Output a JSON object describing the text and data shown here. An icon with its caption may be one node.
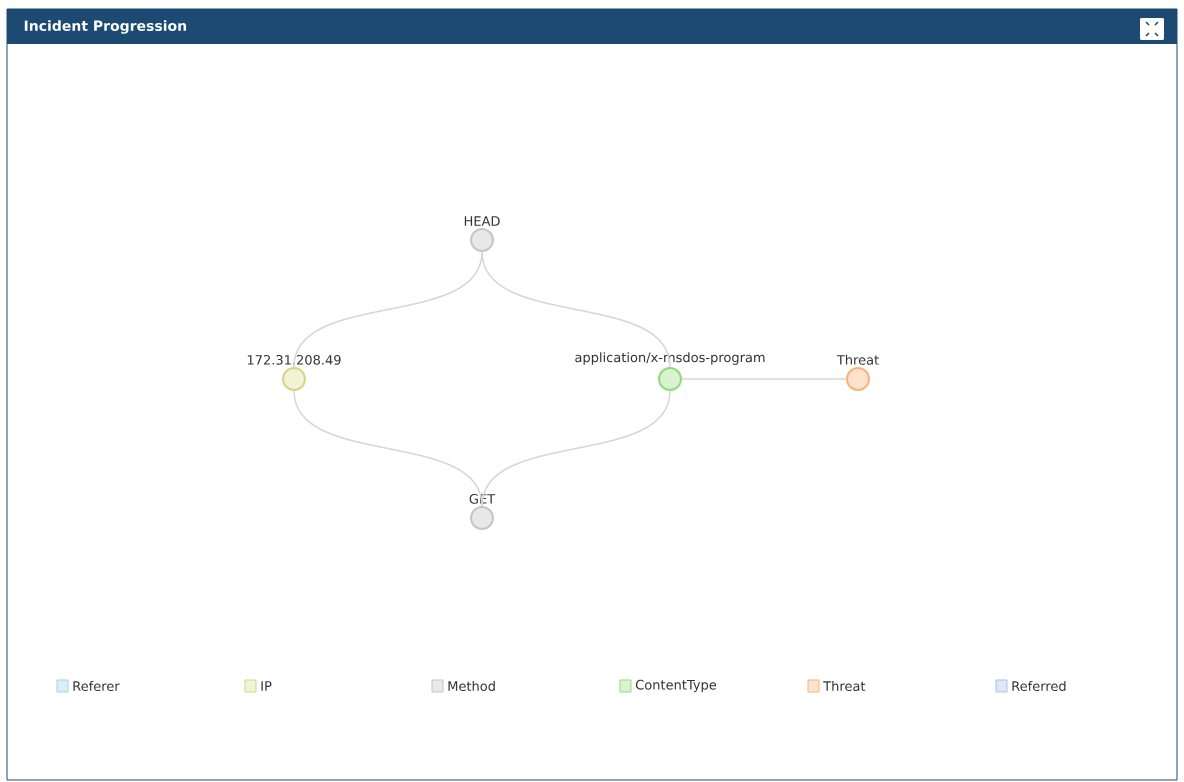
{
  "diagram": {
    "title": "Incident Progression",
    "nodes": [
      {
        "text": [
          "HEAD"
        ]
      },
      {
        "text": [
          "172.31.208.49"
        ]
      },
      {
        "text": [
          "application/x-msdos-program"
        ]
      },
      {
        "text": [
          "Threat"
        ]
      },
      {
        "text": [
          "GET"
        ]
      }
    ],
    "edges": [
      {
        "from": 0,
        "to": 1,
        "arrow": "none"
      },
      {
        "from": 0,
        "to": 2,
        "arrow": "none"
      },
      {
        "from": 1,
        "to": 4,
        "arrow": "none"
      },
      {
        "from": 2,
        "to": 4,
        "arrow": "none"
      },
      {
        "from": 2,
        "to": 3,
        "arrow": "none"
      }
    ],
    "legend": [
      {
        "text": "Referer",
        "color": "#d9eff6"
      },
      {
        "text": "IP",
        "color": "#f2f2d6"
      },
      {
        "text": "Method",
        "color": "#e8e8e8"
      },
      {
        "text": "ContentType",
        "color": "#d9f3d0"
      },
      {
        "text": "Threat",
        "color": "#fde2cc"
      },
      {
        "text": "Referred",
        "color": "#dfe7f7"
      }
    ]
  }
}
